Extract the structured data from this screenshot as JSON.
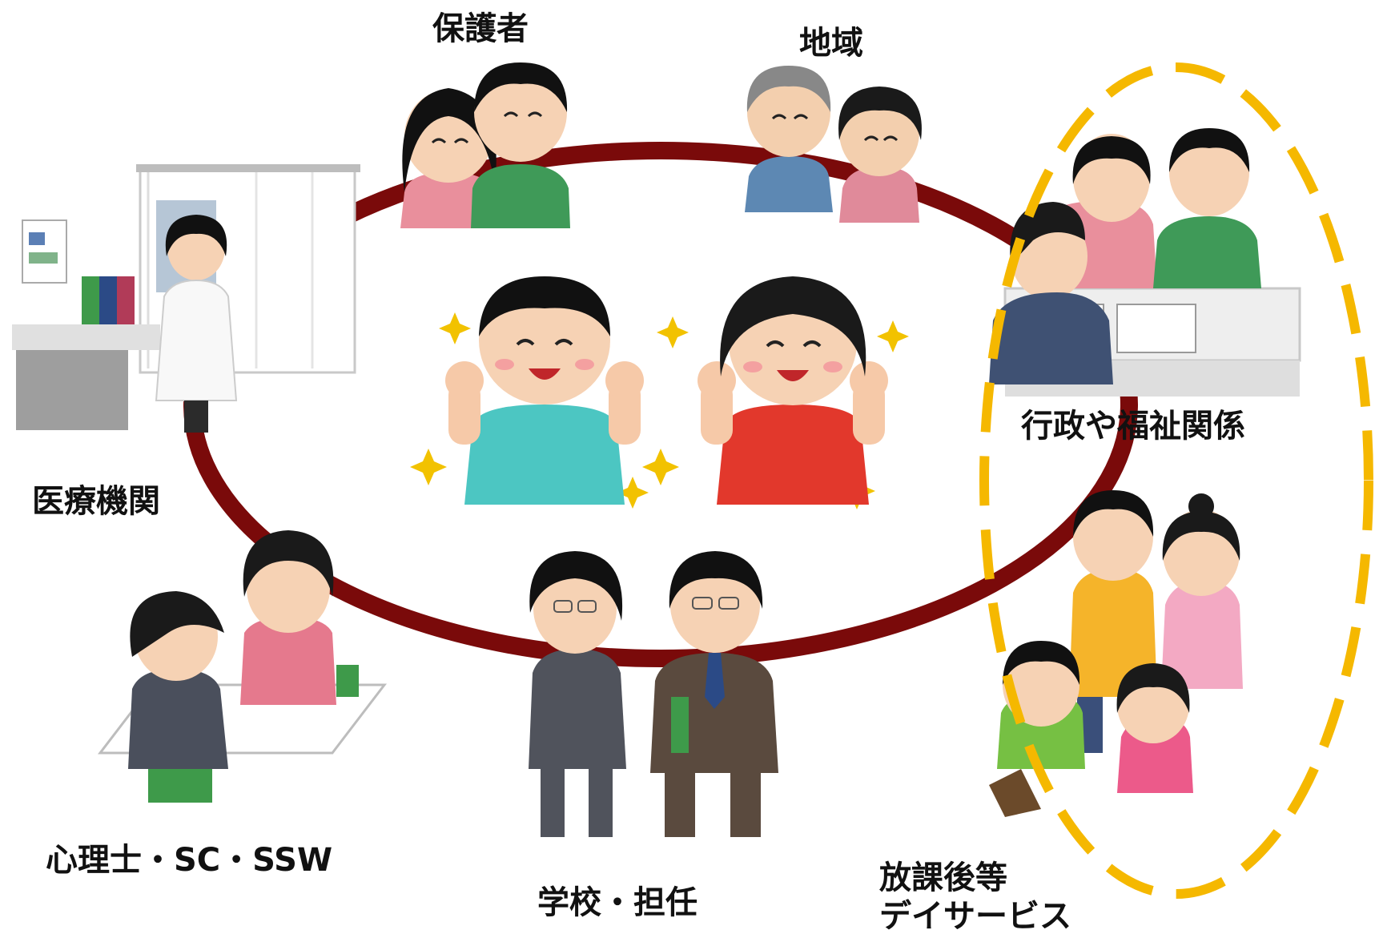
{
  "nodes": {
    "parents": {
      "label": "保護者"
    },
    "community": {
      "label": "地域"
    },
    "welfare": {
      "label": "行政や福祉関係"
    },
    "medical": {
      "label": "医療機関"
    },
    "counselor": {
      "label": "心理士・SC・SSW"
    },
    "school": {
      "label": "学校・担任"
    },
    "afterschool": {
      "label_line1": "放課後等",
      "label_line2": "デイサービス"
    }
  },
  "colors": {
    "ring": "#7a0a0a",
    "highlight_dash": "#f5b800",
    "label_text": "#111111"
  }
}
